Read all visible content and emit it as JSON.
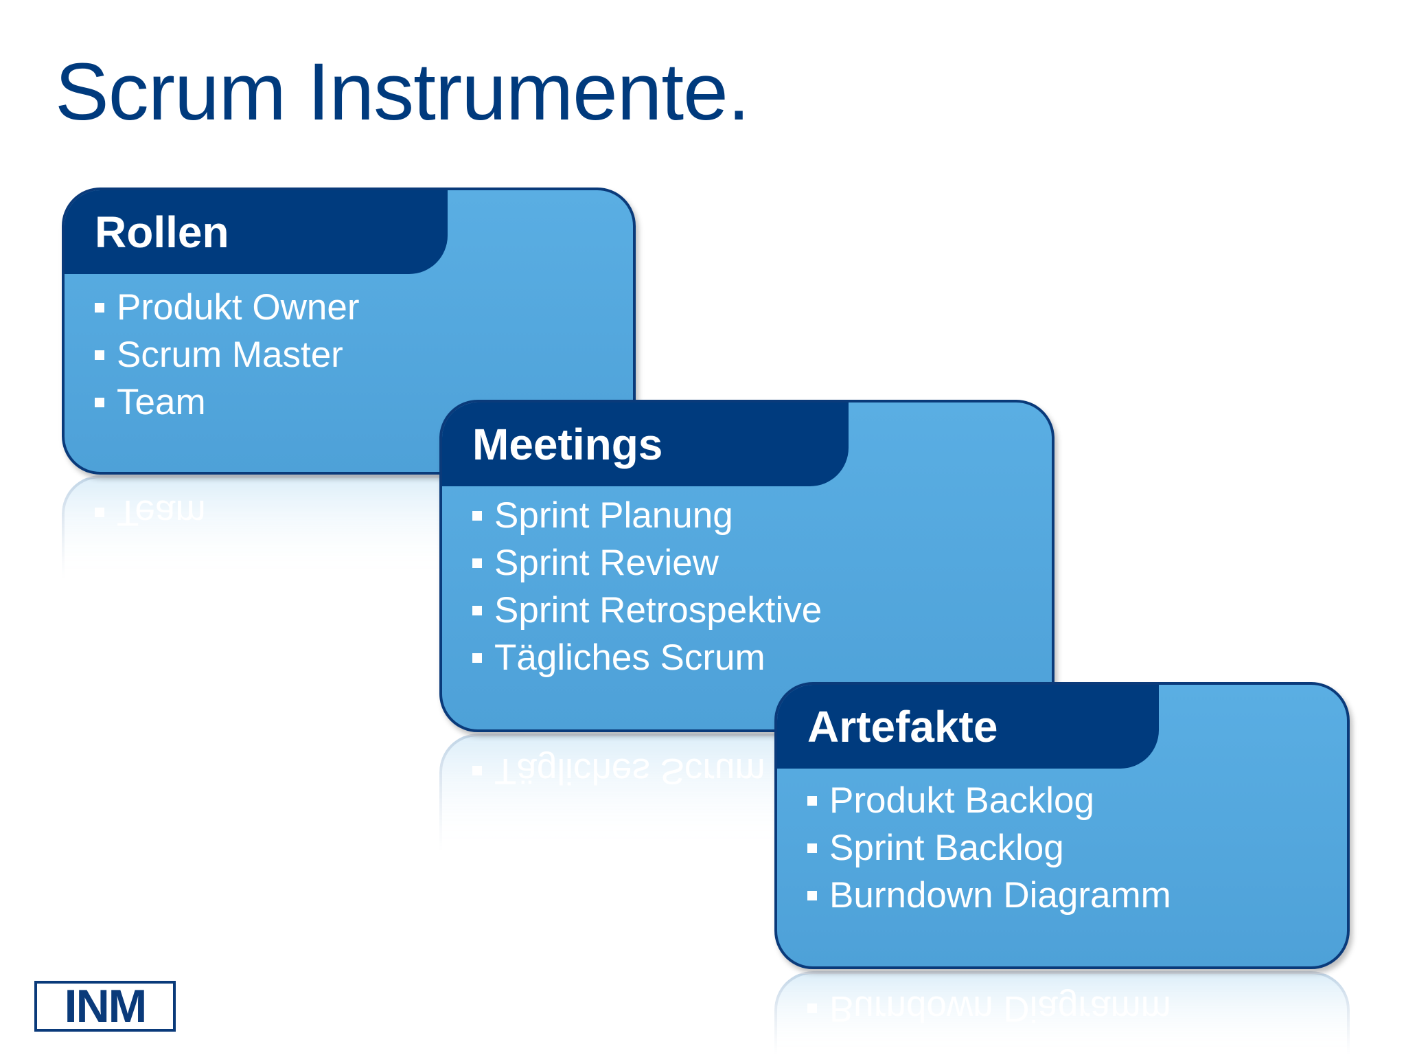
{
  "slide": {
    "title": "Scrum Instrumente."
  },
  "cards": [
    {
      "heading": "Rollen",
      "items": [
        "Produkt Owner",
        "Scrum Master",
        "Team"
      ]
    },
    {
      "heading": "Meetings",
      "items": [
        "Sprint Planung",
        "Sprint Review",
        "Sprint Retrospektive",
        "Tägliches Scrum"
      ]
    },
    {
      "heading": "Artefakte",
      "items": [
        "Produkt Backlog",
        "Sprint Backlog",
        "Burndown Diagramm"
      ]
    }
  ],
  "logo": {
    "text": "INM"
  },
  "colors": {
    "title": "#003a7d",
    "card_fill": "#5aaee3",
    "card_header": "#003b7e",
    "card_border": "#0a3a7a"
  }
}
